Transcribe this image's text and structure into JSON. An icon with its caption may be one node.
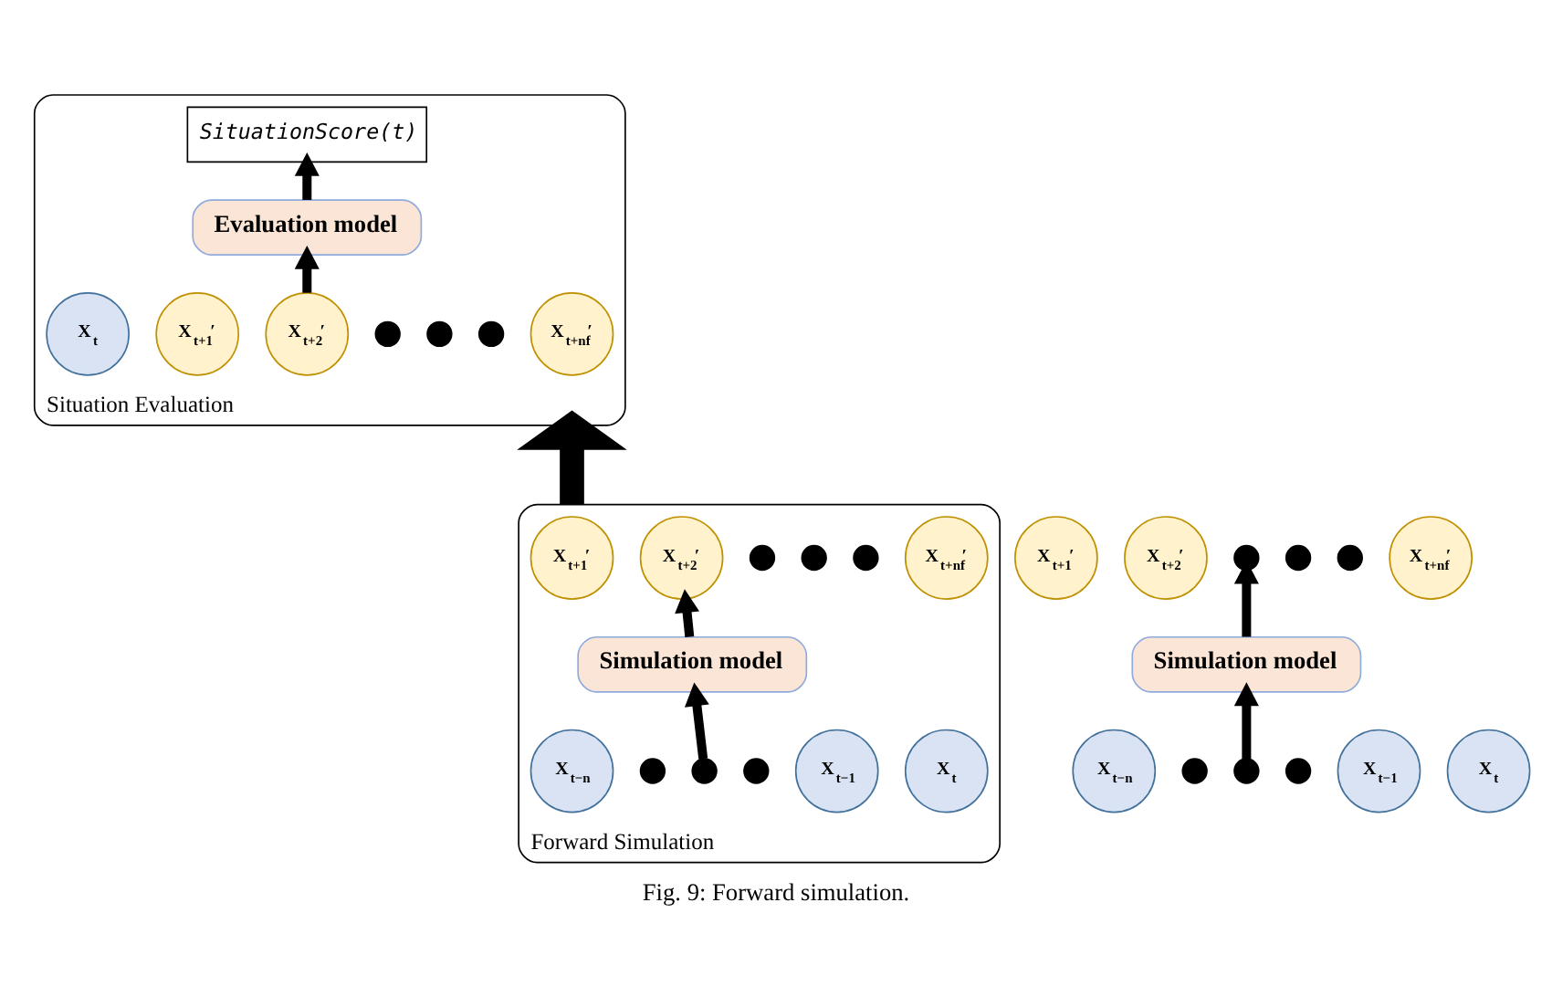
{
  "diagram": {
    "caption": "Fig. 9: Forward simulation.",
    "nodes": [
      {
        "text": [
          "Situation Evaluation"
        ]
      },
      {
        "text": [
          "SituationScore(t)"
        ],
        "in": 0
      },
      {
        "text": [
          "Evaluation model"
        ],
        "in": 0
      },
      {
        "text": [
          "X$_{t}$"
        ],
        "in": 0
      },
      {
        "text": [
          "X$_{t+1}$′"
        ],
        "in": 0
      },
      {
        "text": [
          "X$_{t+2}$′"
        ],
        "in": 0
      },
      {
        "text": [],
        "shape": "circle",
        "in": 0
      },
      {
        "text": [],
        "shape": "circle",
        "in": 0
      },
      {
        "text": [],
        "shape": "circle",
        "in": 0
      },
      {
        "text": [
          "X$_{t+nf}$′"
        ],
        "in": 0
      },
      {
        "text": [
          "Forward Simulation"
        ]
      },
      {
        "text": [
          "X$_{t+1}$′"
        ],
        "in": 10
      },
      {
        "text": [
          "X$_{t+2}$′"
        ],
        "in": 10
      },
      {
        "text": [],
        "shape": "circle",
        "in": 10
      },
      {
        "text": [],
        "shape": "circle",
        "in": 10
      },
      {
        "text": [],
        "shape": "circle",
        "in": 10
      },
      {
        "text": [
          "X$_{t+nf}$′"
        ],
        "in": 10
      },
      {
        "text": [
          "Simulation model"
        ],
        "in": 10
      },
      {
        "text": [
          "X$_{t−n}$"
        ],
        "in": 10
      },
      {
        "text": [],
        "shape": "circle",
        "in": 10
      },
      {
        "text": [],
        "shape": "circle",
        "in": 10
      },
      {
        "text": [],
        "shape": "circle",
        "in": 10
      },
      {
        "text": [
          "X$_{t−1}$"
        ],
        "in": 10
      },
      {
        "text": [
          "X$_{t}$"
        ],
        "in": 10
      },
      {
        "text": [
          "X$_{t+1}$′"
        ]
      },
      {
        "text": [
          "X$_{t+2}$′"
        ]
      },
      {
        "text": [],
        "shape": "circle"
      },
      {
        "text": [],
        "shape": "circle"
      },
      {
        "text": [],
        "shape": "circle"
      },
      {
        "text": [
          "X$_{t+nf}$′"
        ]
      },
      {
        "text": [
          "Simulation model"
        ]
      },
      {
        "text": [
          "X$_{t−n}$"
        ]
      },
      {
        "text": [],
        "shape": "circle"
      },
      {
        "text": [],
        "shape": "circle"
      },
      {
        "text": [],
        "shape": "circle"
      },
      {
        "text": [
          "X$_{t−1}$"
        ]
      },
      {
        "text": [
          "X$_{t}$"
        ]
      }
    ],
    "edges": [
      {
        "from": 2,
        "to": 1,
        "arrow": "to"
      },
      {
        "from": 5,
        "to": 2,
        "arrow": "to"
      },
      {
        "from": 17,
        "to": 12,
        "arrow": "to"
      },
      {
        "from": 20,
        "to": 17,
        "arrow": "to"
      },
      {
        "from": 10,
        "to": 0,
        "arrow": "to",
        "style": "thick"
      },
      {
        "from": 30,
        "to": 26,
        "arrow": "to"
      },
      {
        "from": 33,
        "to": 30,
        "arrow": "to"
      }
    ]
  }
}
